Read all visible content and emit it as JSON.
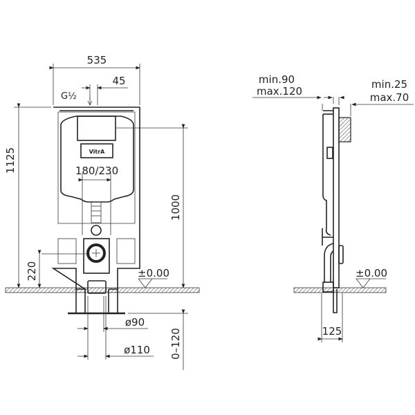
{
  "front_view": {
    "brand": "VitrA",
    "inlet": "G½",
    "dims": {
      "width": "535",
      "inlet_offset": "45",
      "total_height": "1125",
      "flush_height": "1000",
      "outlet_height": "220",
      "fixing_spacing": "180/230",
      "floor_level": "±0.00",
      "pipe_small": "ø90",
      "pipe_large": "ø110",
      "foot_adjust": "0–120"
    }
  },
  "side_view": {
    "dims": {
      "wall_depth_min": "min.90",
      "wall_depth_max": "max.120",
      "finish_min": "min.25",
      "finish_max": "max.70",
      "floor_level": "±0.00",
      "depth": "125"
    }
  },
  "colors": {
    "line": "#222222",
    "floor_hatch": "#888888"
  }
}
